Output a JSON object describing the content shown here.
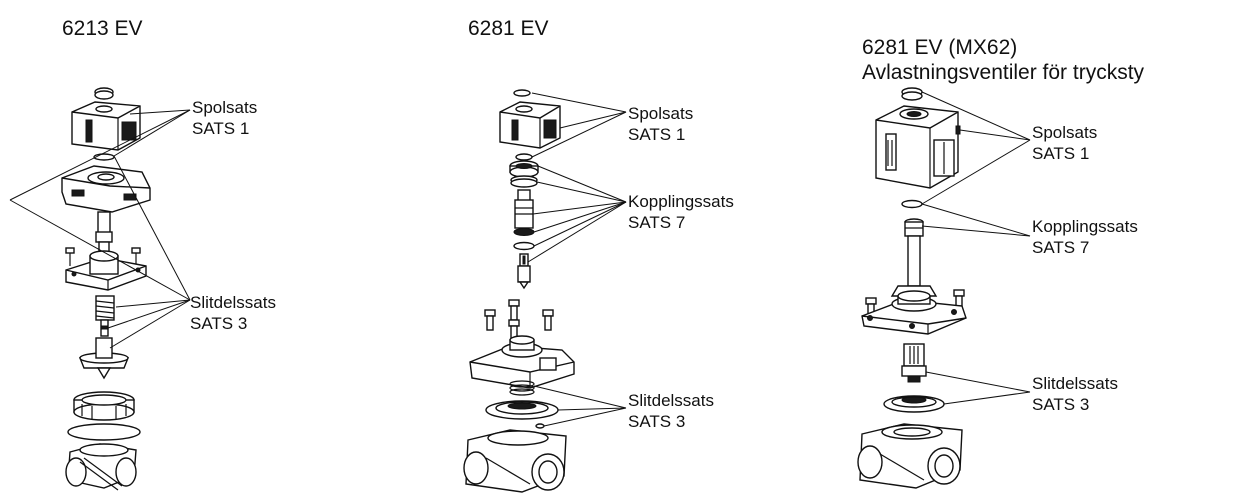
{
  "columns": [
    {
      "title_lines": [
        "6213 EV"
      ],
      "labels": [
        {
          "name": "Spolsats",
          "set": "SATS 1"
        },
        {
          "name": "Slitdelssats",
          "set": "SATS 3"
        }
      ]
    },
    {
      "title_lines": [
        "6281 EV"
      ],
      "labels": [
        {
          "name": "Spolsats",
          "set": "SATS 1"
        },
        {
          "name": "Kopplingssats",
          "set": "SATS 7"
        },
        {
          "name": "Slitdelssats",
          "set": "SATS 3"
        }
      ]
    },
    {
      "title_lines": [
        "6281 EV (MX62)",
        "Avlastningsventiler för trycksty"
      ],
      "labels": [
        {
          "name": "Spolsats",
          "set": "SATS 1"
        },
        {
          "name": "Kopplingssats",
          "set": "SATS 7"
        },
        {
          "name": "Slitdelssats",
          "set": "SATS 3"
        }
      ]
    }
  ]
}
